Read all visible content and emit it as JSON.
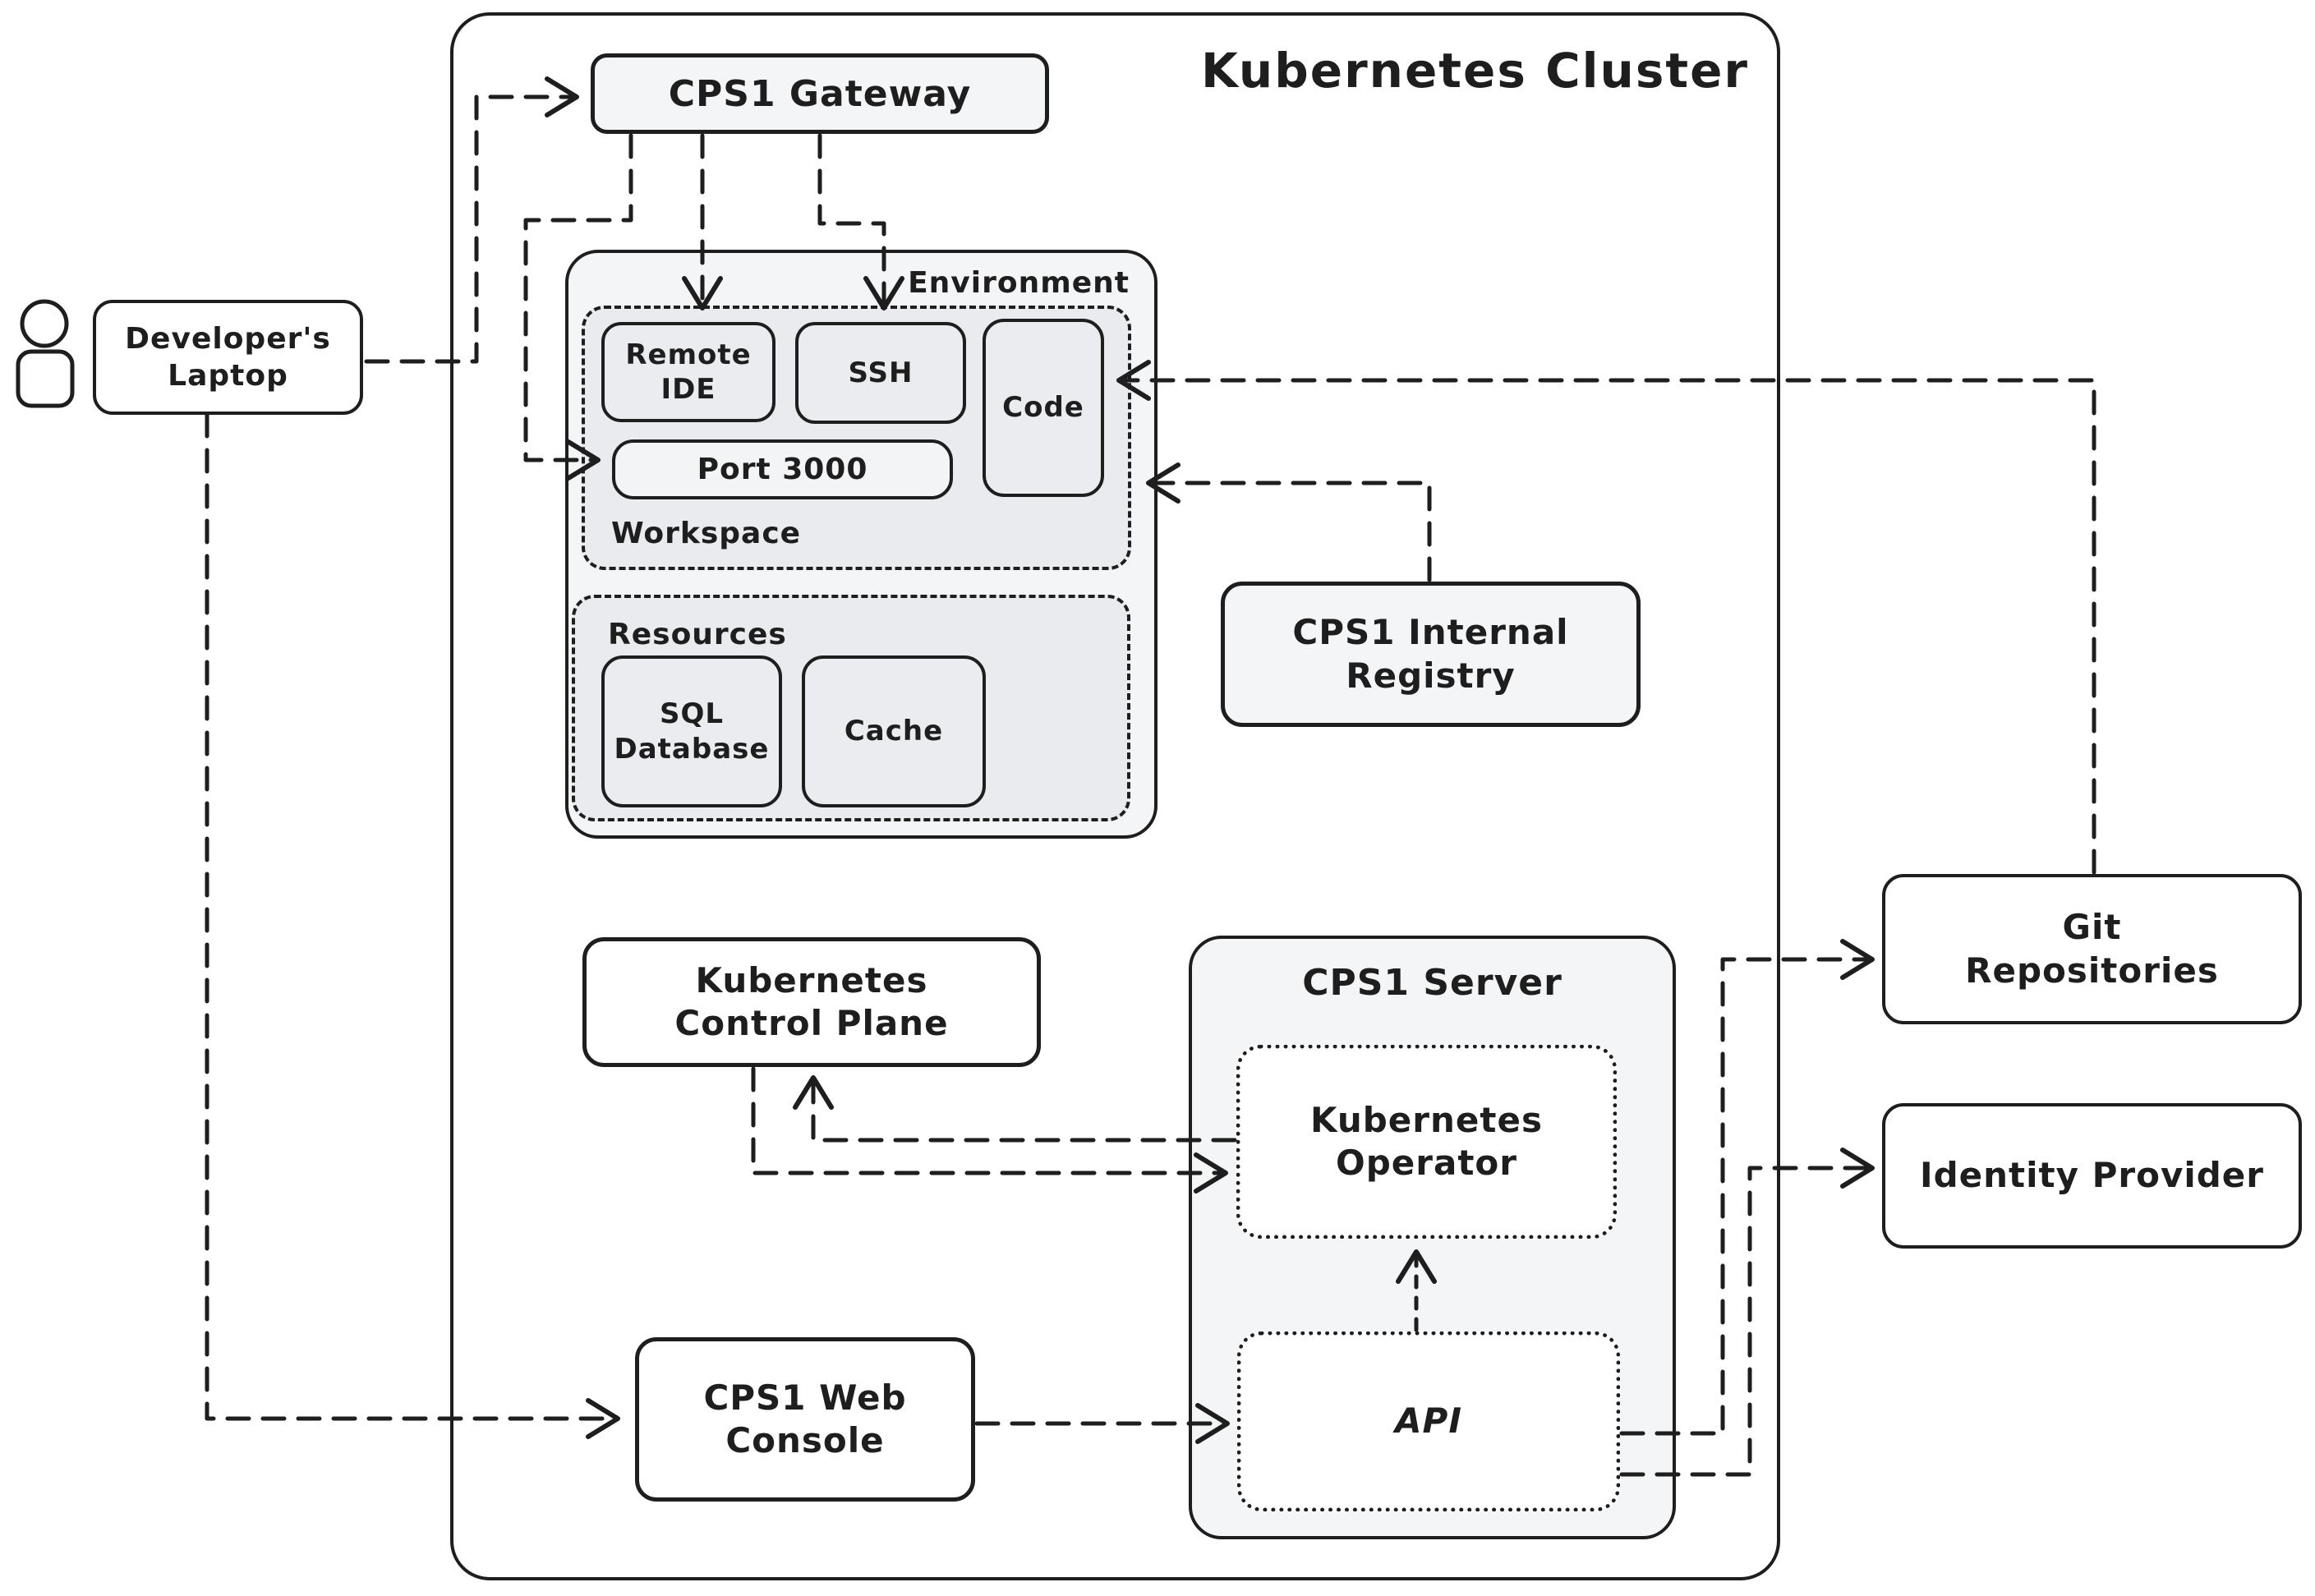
{
  "diagram": {
    "cluster_title": "Kubernetes Cluster",
    "nodes": {
      "cluster": {
        "label": "Kubernetes Cluster"
      },
      "gateway": {
        "label": "CPS1 Gateway"
      },
      "environment": {
        "label": "Environment"
      },
      "workspace": {
        "label": "Workspace"
      },
      "remote_ide": {
        "label": "Remote\nIDE"
      },
      "ssh": {
        "label": "SSH"
      },
      "code": {
        "label": "Code"
      },
      "port3000": {
        "label": "Port 3000"
      },
      "resources": {
        "label": "Resources"
      },
      "sql_database": {
        "label": "SQL\nDatabase"
      },
      "cache": {
        "label": "Cache"
      },
      "registry": {
        "label": "CPS1 Internal\nRegistry"
      },
      "laptop": {
        "label": "Developer's\nLaptop"
      },
      "control_plane": {
        "label": "Kubernetes\nControl Plane"
      },
      "server": {
        "label": "CPS1 Server"
      },
      "operator": {
        "label": "Kubernetes\nOperator"
      },
      "api": {
        "label": "API"
      },
      "web_console": {
        "label": "CPS1 Web\nConsole"
      },
      "git_repos": {
        "label": "Git\nRepositories"
      },
      "identity": {
        "label": "Identity Provider"
      }
    },
    "edges": [
      {
        "from": "developer-laptop",
        "to": "cps1-gateway",
        "style": "dashed-arrow"
      },
      {
        "from": "developer-laptop",
        "to": "cps1-web-console",
        "style": "dashed-arrow"
      },
      {
        "from": "cps1-gateway",
        "to": "port-3000",
        "style": "dashed-arrow"
      },
      {
        "from": "cps1-gateway",
        "to": "remote-ide",
        "style": "dashed-arrow"
      },
      {
        "from": "cps1-gateway",
        "to": "ssh",
        "style": "dashed-arrow"
      },
      {
        "from": "cps1-internal-registry",
        "to": "workspace",
        "style": "dashed-arrow"
      },
      {
        "from": "git-repositories",
        "to": "code",
        "style": "dashed-arrow"
      },
      {
        "from": "kubernetes-operator",
        "to": "kubernetes-control-plane",
        "style": "dashed-arrow"
      },
      {
        "from": "kubernetes-control-plane",
        "to": "kubernetes-operator",
        "style": "dashed-arrow"
      },
      {
        "from": "api",
        "to": "kubernetes-operator",
        "style": "dashed-arrow"
      },
      {
        "from": "cps1-web-console",
        "to": "api",
        "style": "dashed-arrow"
      },
      {
        "from": "api",
        "to": "git-repositories",
        "style": "dashed-arrow"
      },
      {
        "from": "api",
        "to": "identity-provider",
        "style": "dashed-arrow"
      }
    ],
    "colors": {
      "ink": "#1e1e1e",
      "fill_light": "#f4f5f7",
      "fill_mid": "#e9ebee",
      "background": "#ffffff"
    }
  }
}
